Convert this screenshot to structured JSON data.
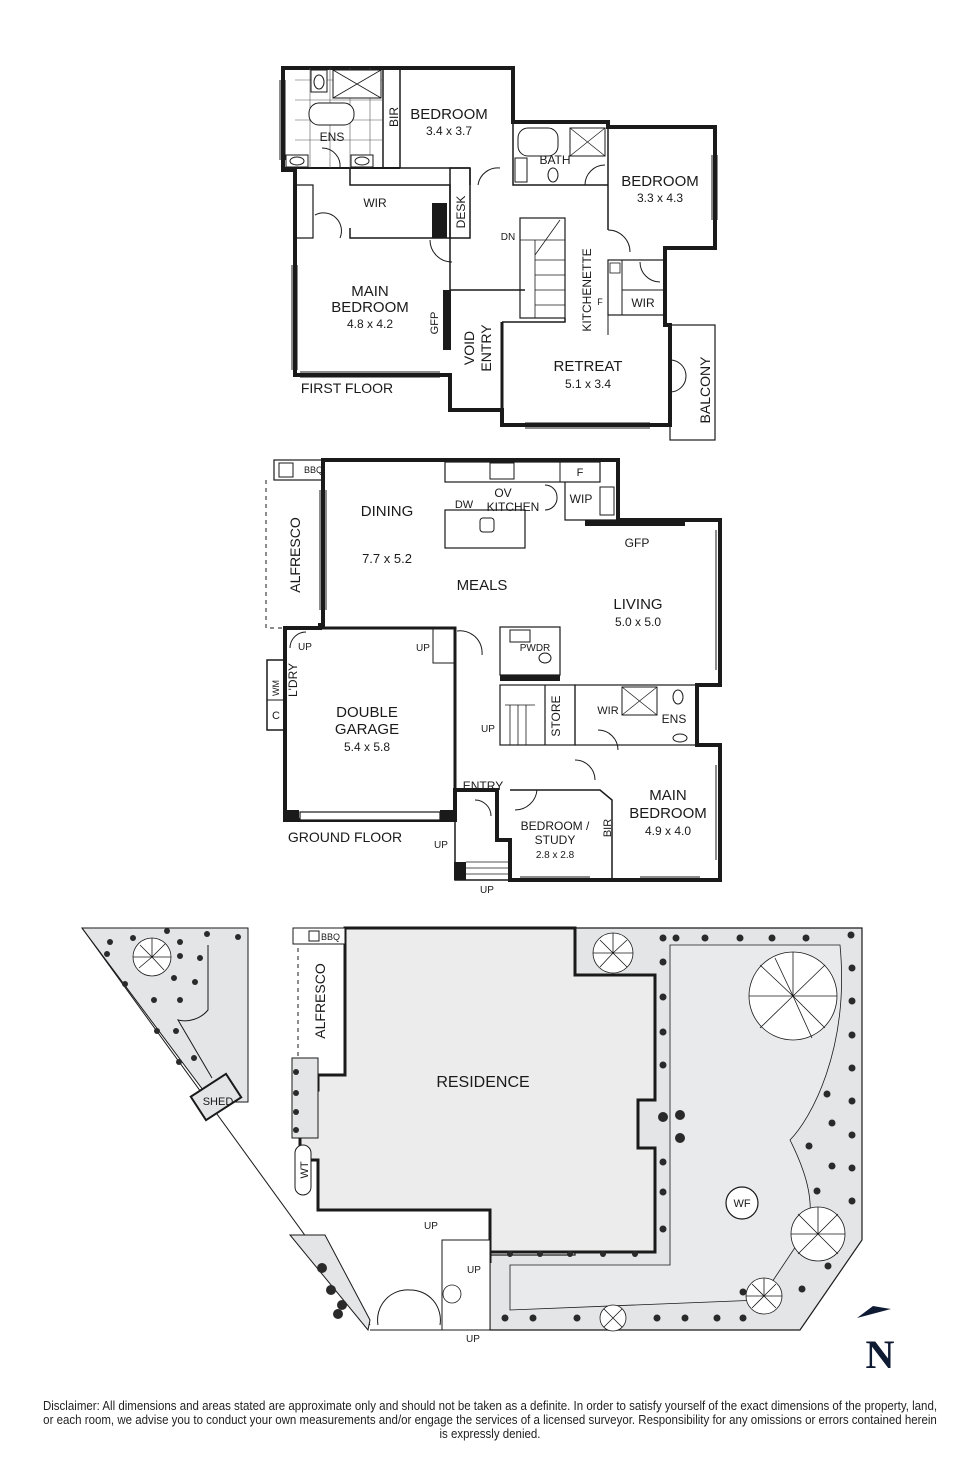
{
  "first_floor": {
    "title": "FIRST FLOOR",
    "rooms": [
      {
        "name": "BEDROOM",
        "dims": "3.4 x 3.7"
      },
      {
        "name": "BEDROOM",
        "dims": "3.3 x 4.3"
      },
      {
        "name_line1": "MAIN",
        "name_line2": "BEDROOM",
        "dims": "4.8 x 4.2"
      },
      {
        "name": "RETREAT",
        "dims": "5.1 x 3.4"
      }
    ],
    "labels": {
      "ens": "ENS",
      "bir": "BIR",
      "bath": "BATH",
      "wir": "WIR",
      "desk": "DESK",
      "dn": "DN",
      "kitchenette": "KITCHENETTE",
      "gfp": "GFP",
      "void": "VOID",
      "entry": "ENTRY",
      "balcony": "BALCONY",
      "wir2": "WIR",
      "f": "F"
    }
  },
  "ground_floor": {
    "title": "GROUND FLOOR",
    "rooms": [
      {
        "name": "DINING",
        "dims": "7.7 x 5.2"
      },
      {
        "name": "MEALS"
      },
      {
        "name": "LIVING",
        "dims": "5.0 x 5.0"
      },
      {
        "name_line1": "DOUBLE",
        "name_line2": "GARAGE",
        "dims": "5.4 x 5.8"
      },
      {
        "name_line1": "BEDROOM /",
        "name_line2": "STUDY",
        "dims": "2.8 x 2.8"
      },
      {
        "name_line1": "MAIN",
        "name_line2": "BEDROOM",
        "dims": "4.9 x 4.0"
      }
    ],
    "labels": {
      "bbq": "BBQ",
      "alfresco": "ALFRESCO",
      "dw": "DW",
      "ov": "OV",
      "kitchen": "KITCHEN",
      "f": "F",
      "wip": "WIP",
      "gfp": "GFP",
      "up": "UP",
      "ldry": "L'DRY",
      "wm": "WM",
      "c": "C",
      "pwdr": "PWDR",
      "store": "STORE",
      "wir": "WIR",
      "ens": "ENS",
      "entry": "ENTRY",
      "bir": "BIR"
    }
  },
  "site_plan": {
    "labels": {
      "bbq": "BBQ",
      "alfresco": "ALFRESCO",
      "residence": "RESIDENCE",
      "shed": "SHED",
      "wt": "WT",
      "wf": "WF",
      "up": "UP"
    }
  },
  "compass": {
    "label": "N",
    "color": "#0f1a33"
  },
  "colors": {
    "wall": "#1a1a1a",
    "landscape": "#e4e5e7",
    "residence": "#ececed"
  },
  "disclaimer": "Disclaimer: All dimensions and areas stated are approximate only and should not be taken as a definite. In order to satisfy yourself of the exact dimensions of the property, land, or each room, we advise you to conduct your own measurements and/or engage the services of a licensed surveyor. Responsibility for any omissions or errors contained herein is expressly denied."
}
